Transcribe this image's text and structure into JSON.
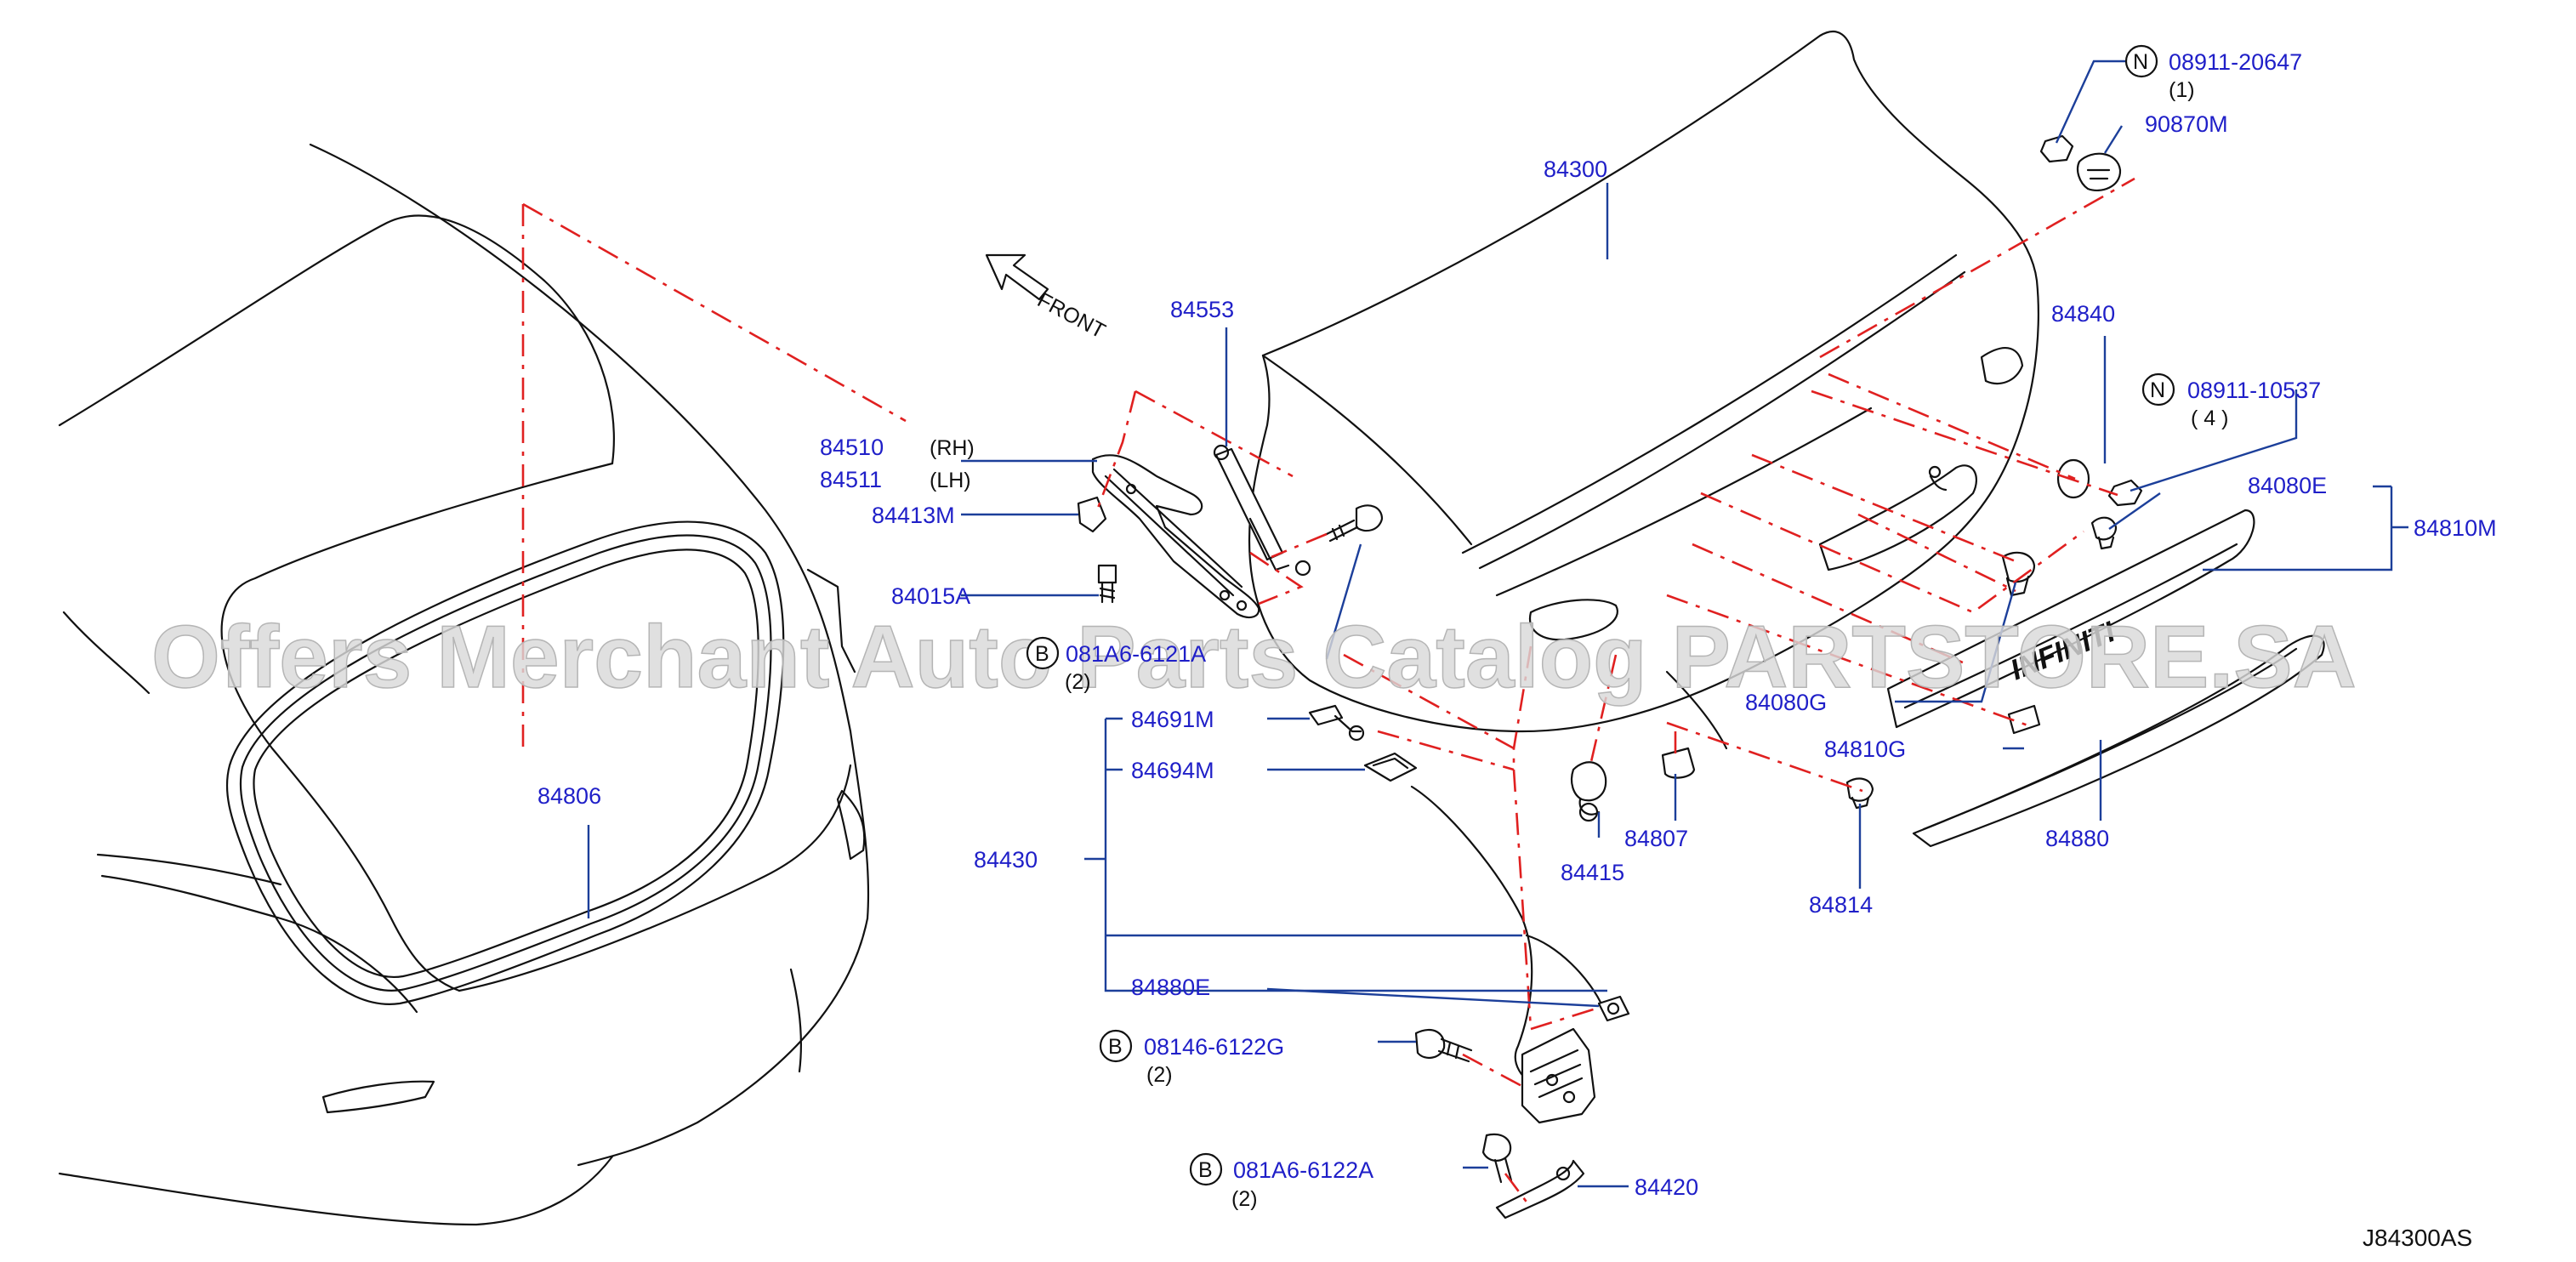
{
  "watermark": "Offers Merchant Auto Parts Catalog PARTSTORE.SA",
  "diagram_id": "J84300AS",
  "front_label": "FRONT",
  "parts": {
    "p84300": "84300",
    "p84553": "84553",
    "p84510": "84510",
    "p84510_side": "(RH)",
    "p84511": "84511",
    "p84511_side": "(LH)",
    "p84413M": "84413M",
    "p84015A": "84015A",
    "b081A6_top": "081A6-6121A",
    "b081A6_top_qty": "(2)",
    "p84691M": "84691M",
    "p84694M": "84694M",
    "p84430": "84430",
    "p84880E": "84880E",
    "b08146": "08146-6122G",
    "b08146_qty": "(2)",
    "b081A6_bot": "081A6-6122A",
    "b081A6_bot_qty": "(2)",
    "p84420": "84420",
    "p84806": "84806",
    "p84415": "84415",
    "p84807": "84807",
    "p84814": "84814",
    "p84880": "84880",
    "p84810G": "84810G",
    "p84080G": "84080G",
    "p84080E": "84080E",
    "p84810M": "84810M",
    "p84840": "84840",
    "n08911_10537": "08911-10537",
    "n08911_10537_qty": "( 4 )",
    "n08911_20647": "08911-20647",
    "n08911_20647_qty": "(1)",
    "p90870M": "90870M",
    "badge_text": "INFINITI"
  },
  "markers": {
    "bolt": "B",
    "nut": "N"
  }
}
